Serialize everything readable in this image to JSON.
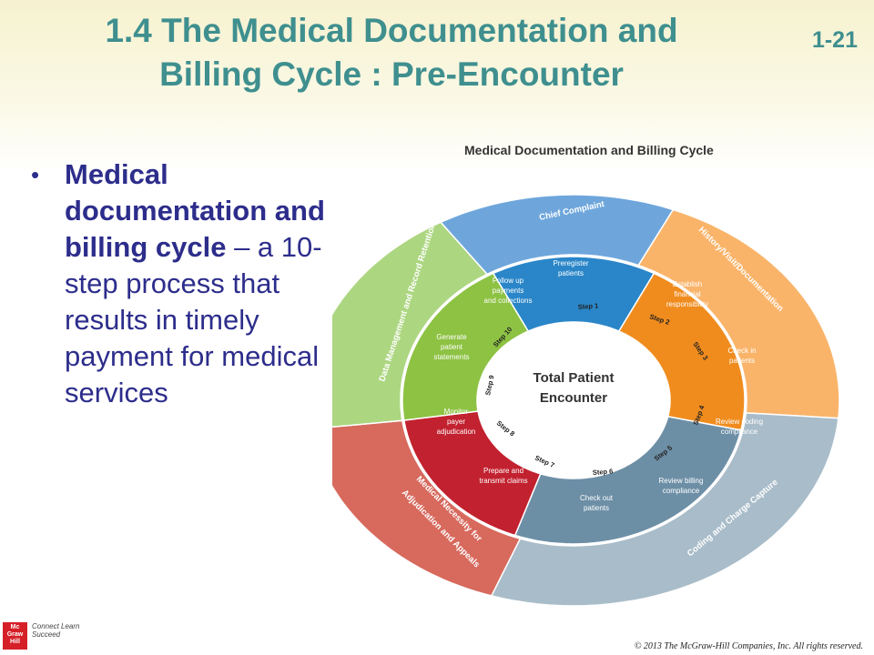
{
  "slide": {
    "title_line1": "1.4 The Medical Documentation and",
    "title_line2": "Billing Cycle : Pre-Encounter",
    "number": "1-21"
  },
  "bullet": {
    "marker": "•",
    "bold_text": "Medical documentation and billing cycle",
    "rest_text": " – a 10-step process that results in timely payment for medical services"
  },
  "diagram": {
    "title": "Medical Documentation and Billing Cycle",
    "center_line1": "Total Patient",
    "center_line2": "Encounter",
    "outer_labels": [
      "Chief Complaint",
      "History/Visit/Documentation",
      "Coding and Charge Capture",
      "Medical Necessity for",
      "Adjudication and Appeals",
      "Data Management and Record Retention"
    ],
    "steps": [
      {
        "label": "Step 1",
        "line1": "Preregister",
        "line2": "patients",
        "line3": ""
      },
      {
        "label": "Step 2",
        "line1": "Establish",
        "line2": "financial",
        "line3": "responsibility"
      },
      {
        "label": "Step 3",
        "line1": "Check in",
        "line2": "patients",
        "line3": ""
      },
      {
        "label": "Step 4",
        "line1": "Review coding",
        "line2": "compliance",
        "line3": ""
      },
      {
        "label": "Step 5",
        "line1": "Review billing",
        "line2": "compliance",
        "line3": ""
      },
      {
        "label": "Step 6",
        "line1": "Check out",
        "line2": "patients",
        "line3": ""
      },
      {
        "label": "Step 7",
        "line1": "Prepare and",
        "line2": "transmit claims",
        "line3": ""
      },
      {
        "label": "Step 8",
        "line1": "Monitor",
        "line2": "payer",
        "line3": "adjudication"
      },
      {
        "label": "Step 9",
        "line1": "Generate",
        "line2": "patient",
        "line3": "statements"
      },
      {
        "label": "Step 10",
        "line1": "Follow up",
        "line2": "payments",
        "line3": "and collections"
      }
    ],
    "colors": {
      "blue": "#2a86c8",
      "blue_outer": "#6ea6dc",
      "orange": "#f08c1e",
      "orange_outer": "#f9b46a",
      "slate": "#6d8fa6",
      "slate_outer": "#a9bcc9",
      "red": "#c2212f",
      "red_outer": "#d7695d",
      "green": "#8dc243",
      "green_outer": "#add681"
    }
  },
  "footer": {
    "logo": "Mc Graw Hill",
    "tagline": "Connect Learn Succeed",
    "copyright": "© 2013 The McGraw-Hill Companies, Inc. All rights reserved."
  }
}
